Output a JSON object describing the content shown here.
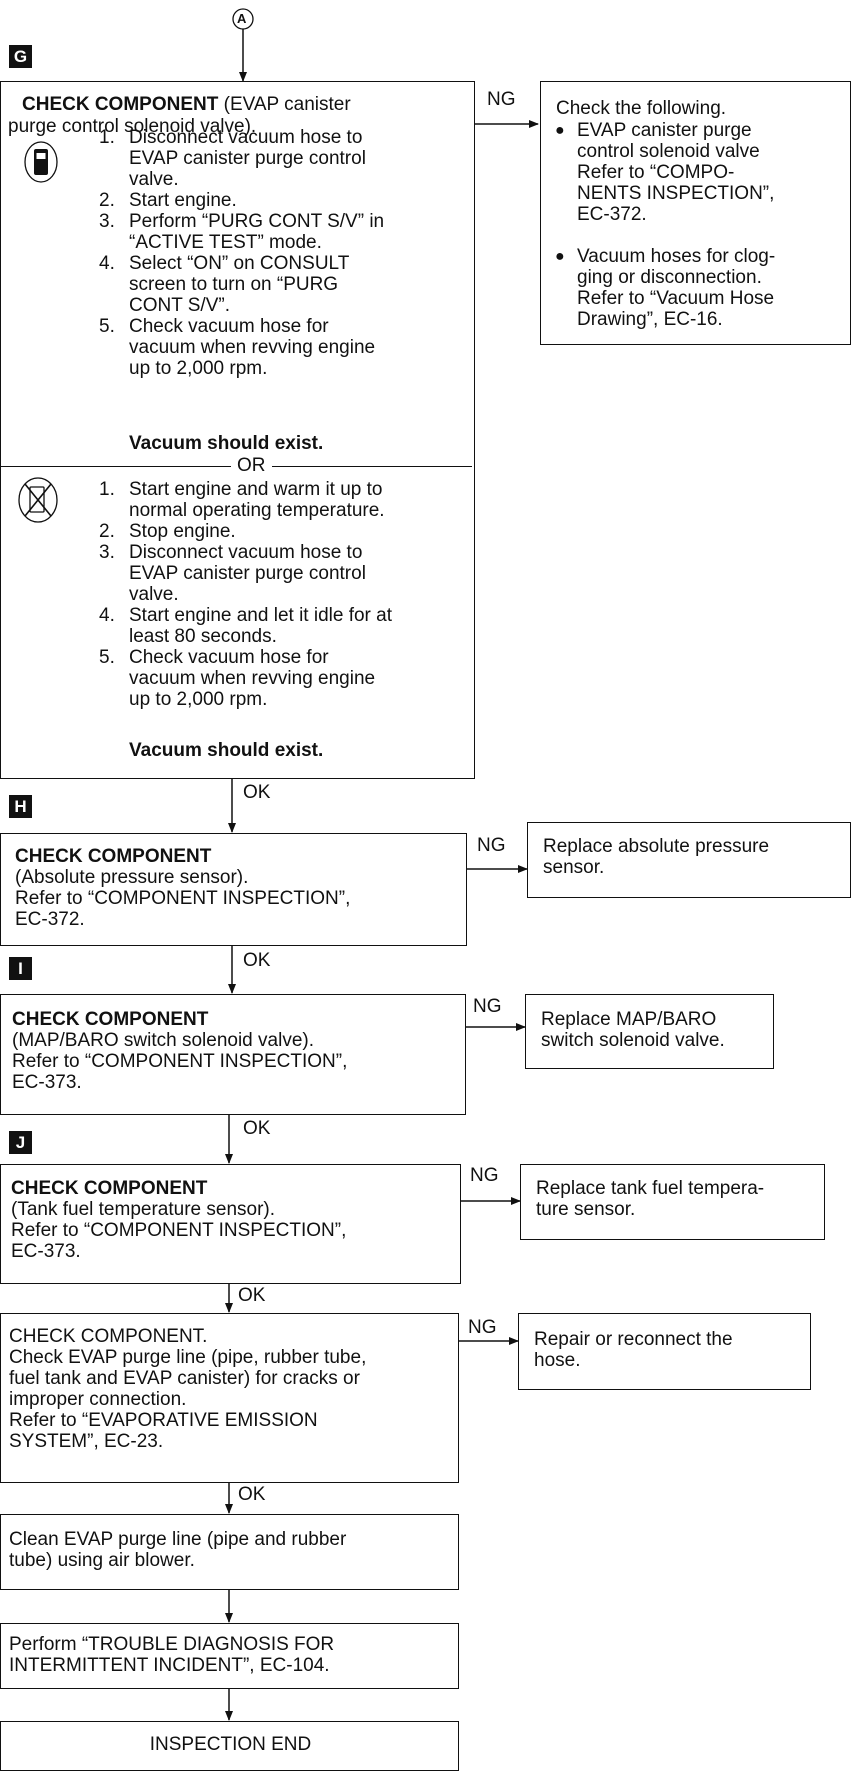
{
  "connector_A": "A",
  "G": {
    "marker": "G",
    "title_bold": "CHECK COMPONENT",
    "title_rest": " (EVAP canister",
    "title_line2": "purge control solenoid valve).",
    "consult_steps": [
      {
        "n": "1.",
        "lines": [
          "Disconnect vacuum hose to",
          "EVAP canister purge control",
          "valve."
        ]
      },
      {
        "n": "2.",
        "lines": [
          "Start engine."
        ]
      },
      {
        "n": "3.",
        "lines": [
          "Perform “PURG CONT S/V” in",
          "“ACTIVE TEST” mode."
        ]
      },
      {
        "n": "4.",
        "lines": [
          "Select “ON” on CONSULT",
          "screen to turn on “PURG",
          "CONT S/V”."
        ]
      },
      {
        "n": "5.",
        "lines": [
          "Check vacuum hose for",
          "vacuum when revving engine",
          "up to 2,000 rpm."
        ]
      }
    ],
    "consult_result": "Vacuum should exist.",
    "or": "OR",
    "noconsult_steps": [
      {
        "n": "1.",
        "lines": [
          "Start engine and warm it up to",
          "normal operating temperature."
        ]
      },
      {
        "n": "2.",
        "lines": [
          "Stop engine."
        ]
      },
      {
        "n": "3.",
        "lines": [
          "Disconnect vacuum hose to",
          "EVAP canister purge control",
          "valve."
        ]
      },
      {
        "n": "4.",
        "lines": [
          "Start engine and let it idle for at",
          "least 80 seconds."
        ]
      },
      {
        "n": "5.",
        "lines": [
          "Check vacuum hose for",
          "vacuum when revving engine",
          "up to 2,000 rpm."
        ]
      }
    ],
    "noconsult_result": "Vacuum should exist.",
    "ng": "NG",
    "ng_box": {
      "title": "Check the following.",
      "b1": [
        "EVAP canister purge",
        "control solenoid valve",
        "Refer to “COMPO-",
        "NENTS INSPECTION”,",
        "EC-372."
      ],
      "b2": [
        "Vacuum hoses for clog-",
        "ging or disconnection.",
        "Refer to “Vacuum Hose",
        "Drawing”, EC-16."
      ]
    },
    "ok": "OK"
  },
  "H": {
    "marker": "H",
    "lines": [
      "CHECK COMPONENT",
      "(Absolute pressure sensor).",
      "Refer to “COMPONENT INSPECTION”,",
      "EC-372."
    ],
    "ng": "NG",
    "ng_box": [
      "Replace absolute pressure",
      "sensor."
    ],
    "ok": "OK"
  },
  "I": {
    "marker": "I",
    "lines": [
      "CHECK COMPONENT",
      "(MAP/BARO switch solenoid valve).",
      "Refer to “COMPONENT INSPECTION”,",
      "EC-373."
    ],
    "ng": "NG",
    "ng_box": [
      "Replace MAP/BARO",
      "switch solenoid valve."
    ],
    "ok": "OK"
  },
  "J": {
    "marker": "J",
    "lines": [
      "CHECK COMPONENT",
      "(Tank fuel temperature sensor).",
      "Refer to “COMPONENT INSPECTION”,",
      "EC-373."
    ],
    "ng": "NG",
    "ng_box": [
      "Replace tank fuel tempera-",
      "ture sensor."
    ],
    "ok": "OK"
  },
  "K": {
    "lines": [
      "CHECK COMPONENT.",
      "Check EVAP purge line (pipe, rubber tube,",
      "fuel tank and EVAP canister) for cracks or",
      "improper connection.",
      "Refer to “EVAPORATIVE EMISSION",
      "SYSTEM”, EC-23."
    ],
    "ng": "NG",
    "ng_box": [
      "Repair or reconnect the",
      "hose."
    ],
    "ok": "OK"
  },
  "clean": [
    "Clean EVAP purge line (pipe and rubber",
    "tube) using air blower."
  ],
  "perform": [
    "Perform “TROUBLE DIAGNOSIS FOR",
    "INTERMITTENT INCIDENT”, EC-104."
  ],
  "end": "INSPECTION END"
}
